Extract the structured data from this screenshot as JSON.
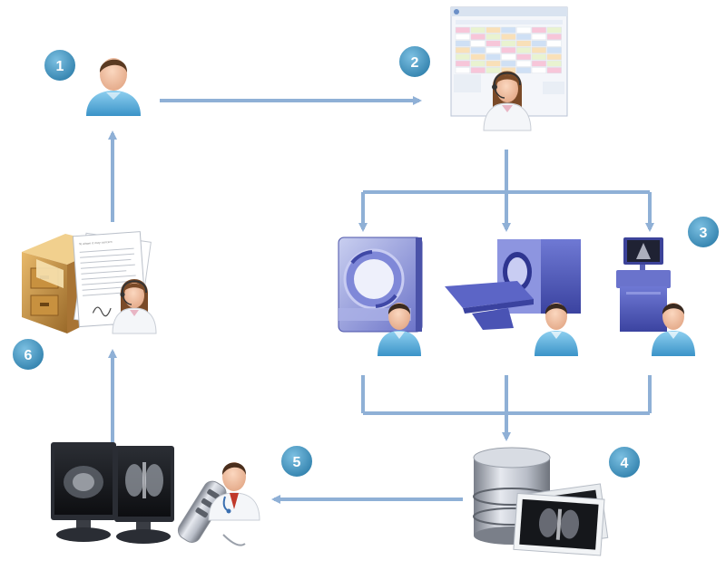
{
  "diagram": {
    "accent_color": "#8fb0d6",
    "badge_color": "#3f8fb8",
    "steps": [
      {
        "number": "1",
        "icon": "patient-icon"
      },
      {
        "number": "2",
        "icon": "scheduling-receptionist-icon"
      },
      {
        "number": "3",
        "icon": "imaging-modalities-icon"
      },
      {
        "number": "4",
        "icon": "image-archive-database-icon"
      },
      {
        "number": "5",
        "icon": "radiologist-reading-workstation-icon"
      },
      {
        "number": "6",
        "icon": "report-records-icon"
      }
    ]
  }
}
